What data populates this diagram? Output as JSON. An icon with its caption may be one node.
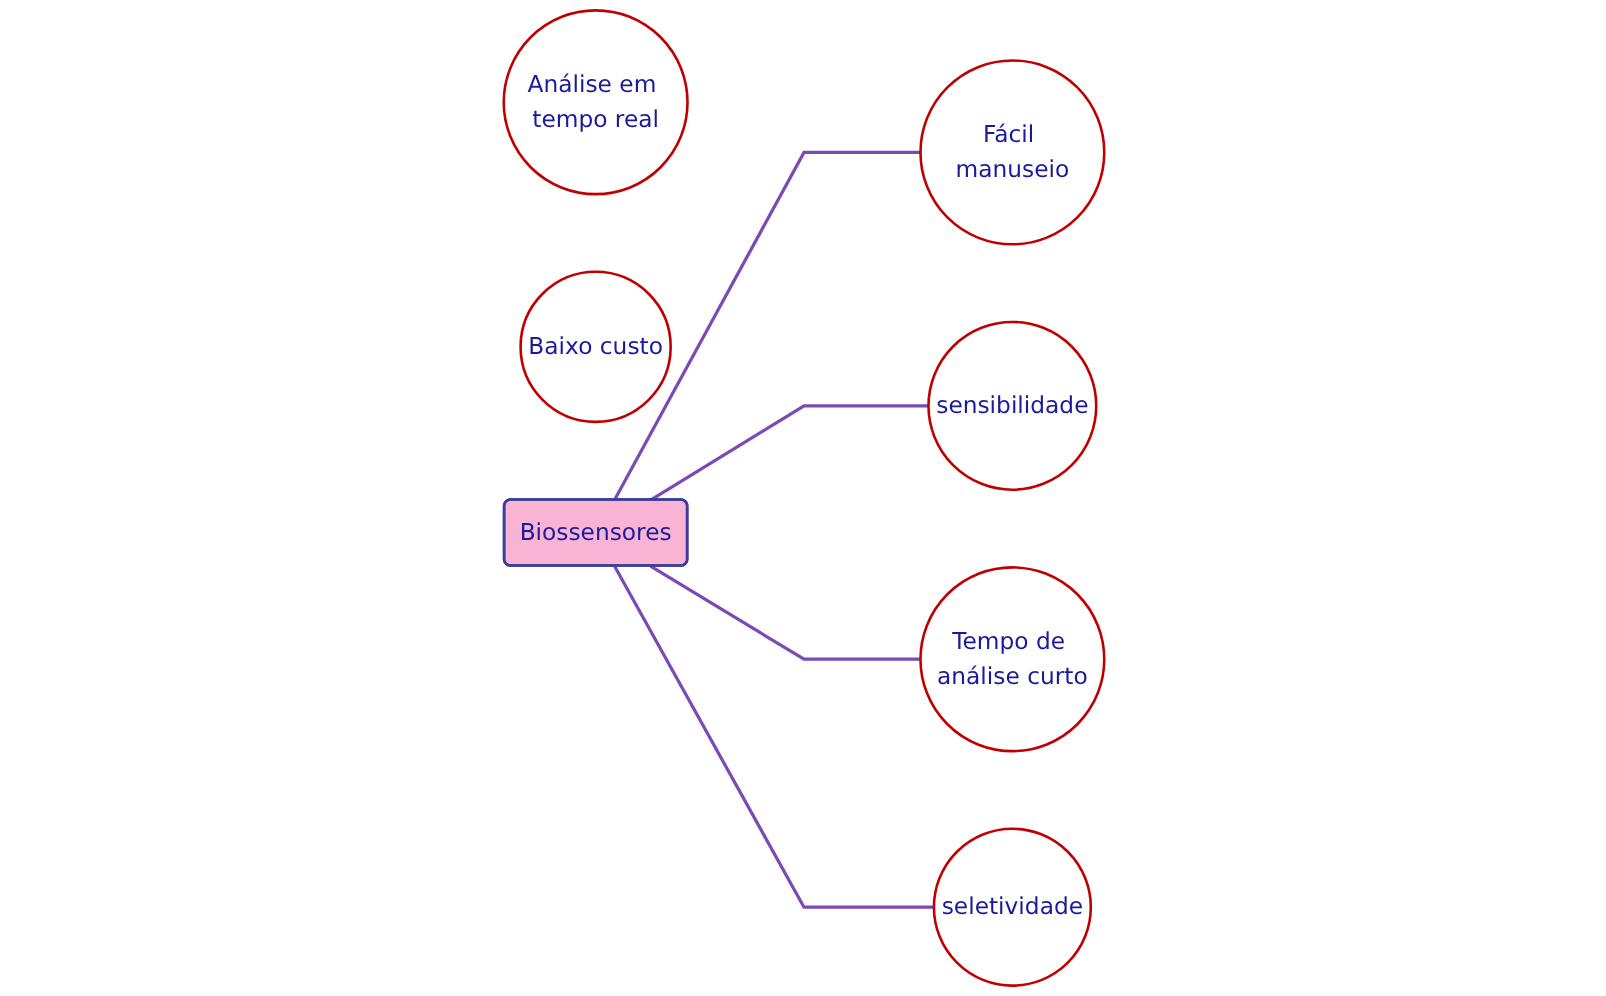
{
  "diagram": {
    "nodes": [
      {
        "text": [
          "Análise em tempo real"
        ]
      },
      {
        "text": [
          "Fácil manuseio"
        ]
      },
      {
        "text": [
          "sensibilidade"
        ]
      },
      {
        "text": [
          "Biossensores"
        ]
      },
      {
        "text": [
          "Tempo de análise curto"
        ]
      },
      {
        "text": [
          "seletividade"
        ]
      },
      {
        "text": [
          "Baixo custo"
        ]
      }
    ],
    "edges": [
      {
        "from": 3,
        "to": 1,
        "arrow": "none"
      },
      {
        "from": 3,
        "to": 2,
        "arrow": "none"
      },
      {
        "from": 3,
        "to": 4,
        "arrow": "none"
      },
      {
        "from": 3,
        "to": 5,
        "arrow": "none"
      }
    ]
  }
}
